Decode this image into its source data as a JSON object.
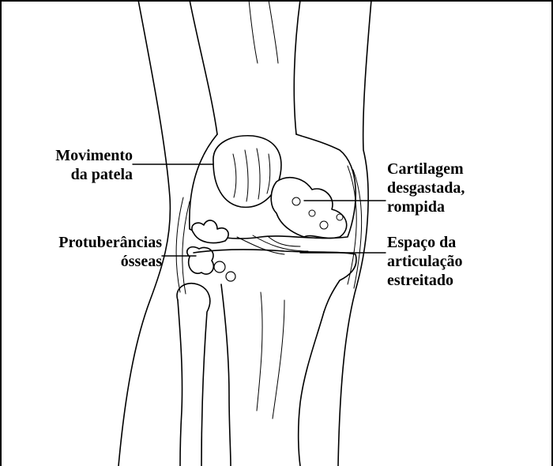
{
  "labels": {
    "patella": {
      "line1": "Movimento",
      "line2": "da patela"
    },
    "cartilage": {
      "line1": "Cartilagem",
      "line2": "desgastada,",
      "line3": "rompida"
    },
    "bone_spurs": {
      "line1": "Protuberâncias",
      "line2": "ósseas"
    },
    "joint_space": {
      "line1": "Espaço da",
      "line2": "articulação",
      "line3": "estreitado"
    }
  }
}
